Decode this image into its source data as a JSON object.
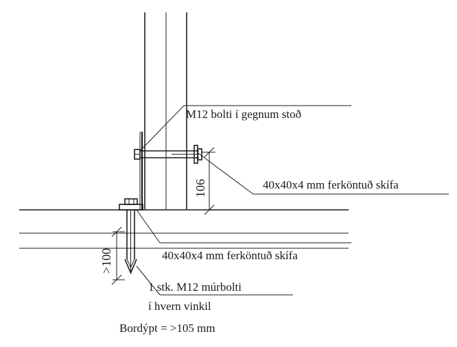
{
  "drawing": {
    "labels": {
      "bolt_through_post": "M12 bolti í gegnum stoð",
      "washer_upper": "40x40x4 mm ferköntuð skífa",
      "washer_lower": "40x40x4 mm ferköntuð skífa",
      "anchor_line1": "1 stk. M12 múrbolti",
      "anchor_line2": "í hvern vinkil",
      "deck_depth": "Bordýpt = >105 mm"
    },
    "dimensions": {
      "bolt_height": "106",
      "anchor_depth": ">100"
    }
  }
}
